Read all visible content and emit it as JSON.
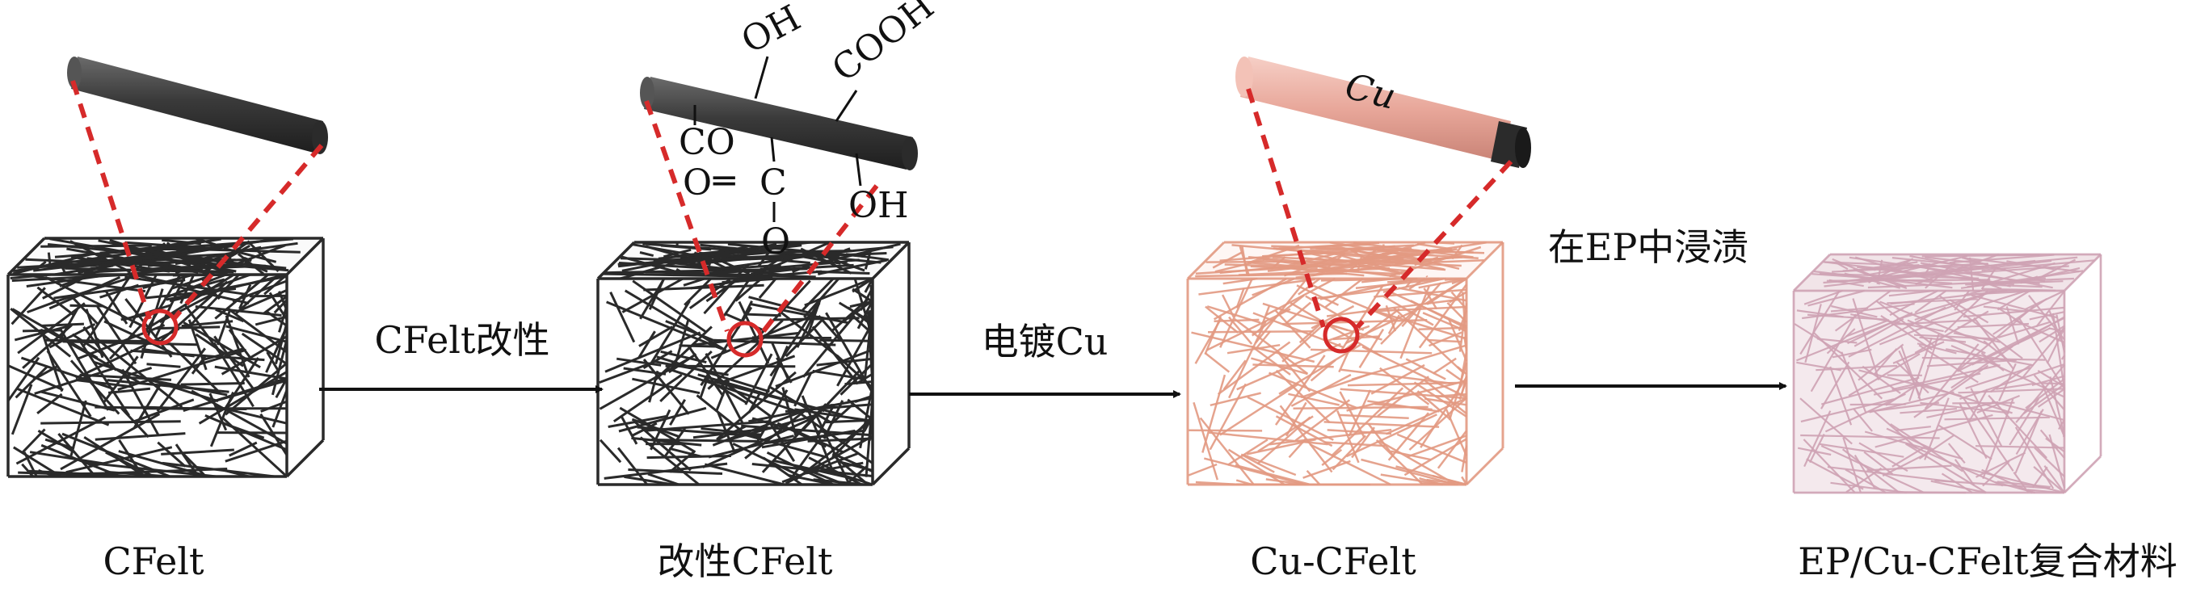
{
  "stages": [
    {
      "label": "CFelt",
      "fiber_color": "#2a2a2a",
      "rod_color": "#3a3a3a"
    },
    {
      "label": "改性CFelt",
      "fiber_color": "#2a2a2a",
      "rod_color": "#3a3a3a"
    },
    {
      "label": "Cu-CFelt",
      "fiber_color": "#e39a82",
      "rod_color": "#e8a79a"
    },
    {
      "label": "EP/Cu-CFelt复合材料",
      "fiber_color": "#cfa3b4",
      "rod_color": ""
    }
  ],
  "steps": [
    {
      "label": "CFelt改性"
    },
    {
      "label": "电镀Cu"
    },
    {
      "label": "在EP中浸渍"
    }
  ],
  "functional_groups": {
    "oh_top": "OH",
    "cooh": "COOH",
    "co": "CO",
    "o_left": "O",
    "eq": "═",
    "c": "C",
    "o_bottom": "O",
    "oh_right": "OH"
  },
  "cu_label": "Cu",
  "colors": {
    "dashed_line": "#d62a2a",
    "arrow": "#111111",
    "carbon_fiber": "#2a2a2a",
    "copper_fiber": "#e39a82",
    "composite_fiber": "#cfa3b4"
  }
}
